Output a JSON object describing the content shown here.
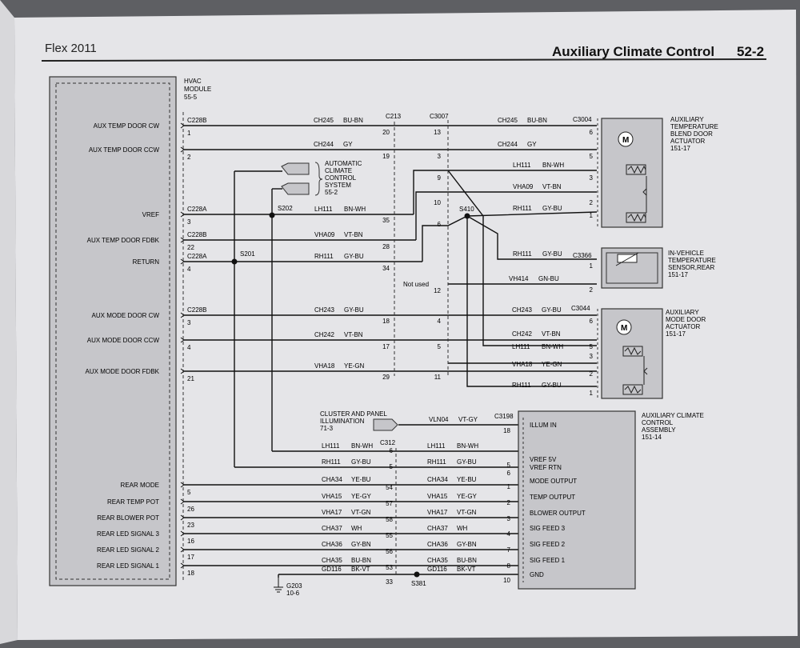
{
  "header": {
    "left": "Flex 2011",
    "title": "Auxiliary Climate Control",
    "page": "52-2"
  },
  "hvac": {
    "title": [
      "HVAC",
      "MODULE",
      "55-5"
    ],
    "pins": [
      {
        "label": "AUX TEMP DOOR CW",
        "conn": "C228B",
        "pin": "1"
      },
      {
        "label": "AUX TEMP DOOR CCW",
        "conn": "",
        "pin": "2"
      },
      {
        "label": "VREF",
        "conn": "C228A",
        "pin": "3"
      },
      {
        "label": "AUX TEMP DOOR FDBK",
        "conn": "C228B",
        "pin": "22"
      },
      {
        "label": "RETURN",
        "conn": "C228A",
        "pin": "4"
      },
      {
        "label": "AUX MODE DOOR CW",
        "conn": "C228B",
        "pin": "3"
      },
      {
        "label": "AUX MODE DOOR CCW",
        "conn": "",
        "pin": "4"
      },
      {
        "label": "AUX MODE DOOR FDBK",
        "conn": "",
        "pin": "21"
      },
      {
        "label": "REAR MODE",
        "conn": "",
        "pin": "5"
      },
      {
        "label": "REAR TEMP POT",
        "conn": "",
        "pin": "26"
      },
      {
        "label": "REAR BLOWER POT",
        "conn": "",
        "pin": "23"
      },
      {
        "label": "REAR LED SIGNAL 3",
        "conn": "",
        "pin": "16"
      },
      {
        "label": "REAR LED SIGNAL 2",
        "conn": "",
        "pin": "17"
      },
      {
        "label": "REAR LED SIGNAL 1",
        "conn": "",
        "pin": "18"
      }
    ]
  },
  "wires": [
    {
      "circuit": "CH245",
      "color": "BU-BN"
    },
    {
      "circuit": "CH244",
      "color": "GY"
    },
    {
      "circuit": "LH111",
      "color": "BN-WH"
    },
    {
      "circuit": "VHA09",
      "color": "VT-BN"
    },
    {
      "circuit": "RH111",
      "color": "GY-BU"
    },
    {
      "circuit": "CH243",
      "color": "GY-BU"
    },
    {
      "circuit": "CH242",
      "color": "VT-BN"
    },
    {
      "circuit": "VHA18",
      "color": "YE-GN"
    },
    {
      "circuit": "LH111",
      "color": "BN-WH"
    },
    {
      "circuit": "RH111",
      "color": "GY-BU"
    },
    {
      "circuit": "CHA34",
      "color": "YE-BU"
    },
    {
      "circuit": "VHA15",
      "color": "YE-GY"
    },
    {
      "circuit": "VHA17",
      "color": "VT-GN"
    },
    {
      "circuit": "CHA37",
      "color": "WH"
    },
    {
      "circuit": "CHA36",
      "color": "GY-BN"
    },
    {
      "circuit": "CHA35",
      "color": "BU-BN"
    },
    {
      "circuit": "GD116",
      "color": "BK-VT"
    }
  ],
  "right_wires": [
    {
      "circuit": "CH245",
      "color": "BU-BN"
    },
    {
      "circuit": "CH244",
      "color": "GY"
    },
    {
      "circuit": "LH111",
      "color": "BN-WH"
    },
    {
      "circuit": "VHA09",
      "color": "VT-BN"
    },
    {
      "circuit": "RH111",
      "color": "GY-BU"
    },
    {
      "circuit": "RH111",
      "color": "GY-BU"
    },
    {
      "circuit": "VH414",
      "color": "GN-BU"
    },
    {
      "circuit": "CH243",
      "color": "GY-BU"
    },
    {
      "circuit": "CH242",
      "color": "VT-BN"
    },
    {
      "circuit": "LH111",
      "color": "BN-WH"
    },
    {
      "circuit": "VHA18",
      "color": "YE-GN"
    },
    {
      "circuit": "RH111",
      "color": "GY-BU"
    },
    {
      "circuit": "VLN04",
      "color": "VT-GY"
    }
  ],
  "connectors": {
    "c213": "C213",
    "c3007": "C3007",
    "c3004": "C3004",
    "c3366": "C3366",
    "c3044": "C3044",
    "c3198": "C3198",
    "c312": "C312",
    "s201": "S201",
    "s202": "S202",
    "s410": "S410",
    "s381": "S381",
    "g203": "G203",
    "g203_ref": "10-6",
    "not_used": "Not used",
    "c213_pins": [
      "20",
      "19",
      "35",
      "28",
      "34",
      "18",
      "17",
      "29"
    ],
    "c3007_pins": [
      "13",
      "3",
      "9",
      "10",
      "6",
      "12",
      "4",
      "5",
      "11"
    ],
    "c312_pins": [
      "6",
      "5",
      "54",
      "57",
      "58",
      "55",
      "56",
      "53",
      "33"
    ]
  },
  "components": {
    "temp_blend": {
      "lines": [
        "AUXILIARY",
        "TEMPERATURE",
        "BLEND DOOR",
        "ACTUATOR",
        "151-17"
      ],
      "pins": [
        "6",
        "5",
        "3",
        "2",
        "1"
      ]
    },
    "sensor": {
      "lines": [
        "IN-VEHICLE",
        "TEMPERATURE",
        "SENSOR,REAR",
        "151-17"
      ],
      "pins": [
        "1",
        "2"
      ]
    },
    "mode_door": {
      "lines": [
        "AUXILIARY",
        "MODE DOOR",
        "ACTUATOR",
        "151-17"
      ],
      "pins": [
        "6",
        "5",
        "3",
        "2",
        "1"
      ]
    },
    "acc_assembly": {
      "lines": [
        "AUXILIARY CLIMATE",
        "CONTROL",
        "ASSEMBLY",
        "151-14"
      ],
      "pins": [
        {
          "label": "ILLUM IN",
          "pin": "18"
        },
        {
          "label": "VREF 5V",
          "pin": "5"
        },
        {
          "label": "VREF RTN",
          "pin": "6"
        },
        {
          "label": "MODE OUTPUT",
          "pin": "1"
        },
        {
          "label": "TEMP OUTPUT",
          "pin": "2"
        },
        {
          "label": "BLOWER OUTPUT",
          "pin": "3"
        },
        {
          "label": "SIG FEED 3",
          "pin": "4"
        },
        {
          "label": "SIG FEED 2",
          "pin": "7"
        },
        {
          "label": "SIG FEED 1",
          "pin": "8"
        },
        {
          "label": "GND",
          "pin": "10"
        }
      ]
    },
    "auto_climate": [
      "AUTOMATIC",
      "CLIMATE",
      "CONTROL",
      "SYSTEM",
      "55-2"
    ],
    "cluster": [
      "CLUSTER AND PANEL",
      "ILLUMINATION",
      "71-3"
    ]
  },
  "colors": {
    "paper": "#e5e5e8",
    "ink": "#1e1e1e",
    "shade": "#c6c6ca",
    "background": "#5e5f63"
  }
}
